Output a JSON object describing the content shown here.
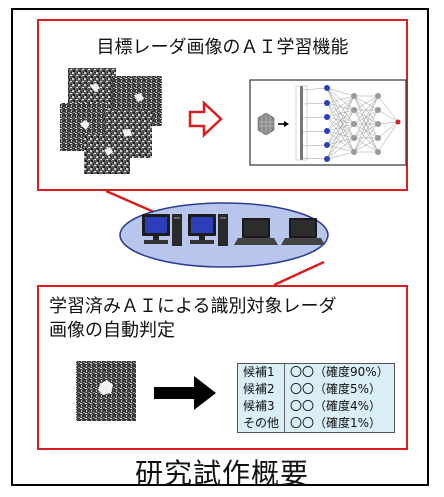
{
  "top_panel": {
    "title": "目標レーダ画像のＡＩ学習機能"
  },
  "bottom_panel": {
    "title_line1": "学習済みＡＩによる識別対象レーダ",
    "title_line2": "画像の自動判定"
  },
  "candidates": [
    {
      "name": "候補1",
      "value": "〇〇（確度90%）"
    },
    {
      "name": "候補2",
      "value": "〇〇（確度5%）"
    },
    {
      "name": "候補3",
      "value": "〇〇（確度4%）"
    },
    {
      "name": "その他",
      "value": "〇〇（確度1%）"
    }
  ],
  "caption": "研究試作概要",
  "colors": {
    "accent_red": "#d81e1e",
    "ellipse_fill": "#b8c6ee",
    "ellipse_stroke": "#2b3c8f",
    "table_fill": "#d9eef7"
  },
  "icons": [
    "radar-image",
    "outline-arrow-icon",
    "neural-network",
    "desktop-computer-icon",
    "laptop-icon",
    "arrow-right-icon"
  ]
}
